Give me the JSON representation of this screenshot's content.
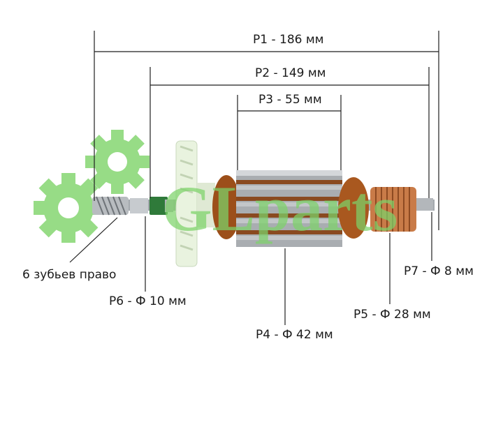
{
  "watermark": {
    "text": "GLparts",
    "color": "#7dd36a"
  },
  "dimensions": {
    "p1": "P1 - 186 мм",
    "p2": "P2 - 149 мм",
    "p3": "P3 - 55 мм",
    "p4": "P4 - Ф 42 мм",
    "p5": "P5 - Ф 28 мм",
    "p6": "P6 - Ф 10 мм",
    "p7": "P7 - Ф 8 мм"
  },
  "teeth_note": "6 зубьев право",
  "colors": {
    "dimension_line": "#1f1f1f",
    "fan": "#e8f2dc",
    "copper": "#b0601e",
    "steel": "#a9adb1",
    "shaft": "#9aa0a5",
    "commutator": "#c77a45"
  },
  "icons": [
    "gear-icon"
  ]
}
